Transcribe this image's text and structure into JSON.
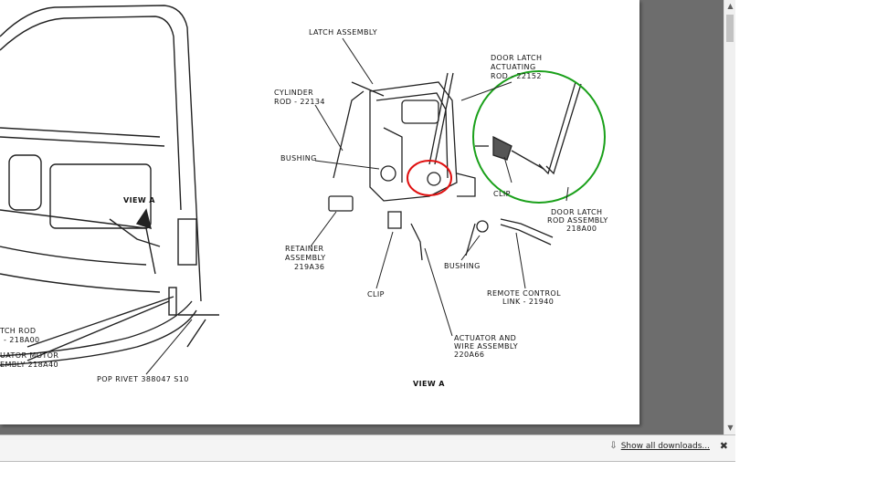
{
  "diagram": {
    "labels": {
      "latch_assembly": "LATCH ASSEMBLY",
      "door_latch_actuating_1": "DOOR LATCH",
      "door_latch_actuating_2": "ACTUATING",
      "door_latch_actuating_3": "ROD - 22152",
      "cylinder_rod_1": "CYLINDER",
      "cylinder_rod_2": "ROD - 22134",
      "bushing_left": "BUSHING",
      "clip_right": "CLIP",
      "door_latch_rod_1": "DOOR LATCH",
      "door_latch_rod_2": "ROD ASSEMBLY",
      "door_latch_rod_3": "218A00",
      "view_a_arrow": "VIEW A",
      "retainer_1": "RETAINER",
      "retainer_2": "ASSEMBLY",
      "retainer_3": "219A36",
      "bushing_right": "BUSHING",
      "clip_bottom": "CLIP",
      "remote_1": "REMOTE CONTROL",
      "remote_2": "LINK - 21940",
      "latch_rod_1": "TCH ROD",
      "latch_rod_2": "- 218A00",
      "actuator_motor_1": "UATOR MOTOR",
      "actuator_motor_2": "EMBLY  218A40",
      "actuator_wire_1": "ACTUATOR AND",
      "actuator_wire_2": "WIRE ASSEMBLY",
      "actuator_wire_3": "220A66",
      "pop_rivet": "POP RIVET   388047 S10",
      "view_a_caption": "VIEW A"
    },
    "annotations": {
      "green_circle_color": "#1aa01a",
      "red_circle_color": "#e01010"
    }
  },
  "scrollbar": {
    "up_icon": "▲",
    "down_icon": "▼"
  },
  "downloads_bar": {
    "download_icon": "⇩",
    "link_text": "Show all downloads...",
    "close_label": "✖"
  }
}
